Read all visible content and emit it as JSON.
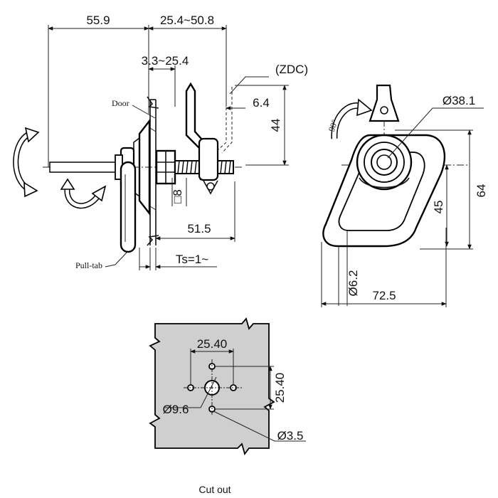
{
  "side_view": {
    "dims": {
      "overall_length": "55.9",
      "handle_reach": "25.4~50.8",
      "grip_range": "3.3~25.4",
      "finish": "(ZDC)",
      "cam_width": "6.4",
      "cam_height": "44",
      "square_drive": "□8",
      "body_length": "51.5",
      "door_thickness": "Ts=1~"
    },
    "labels": {
      "door": "Door",
      "pull_tab": "Pull-tab"
    }
  },
  "front_view": {
    "dims": {
      "rotation": "90°",
      "bezel_diameter": "Ø38.1",
      "ring_width": "72.5",
      "total_height": "64",
      "center_height": "45",
      "wire_diameter": "Ø6.2"
    }
  },
  "cutout": {
    "dims": {
      "horizontal_spacing": "25.40",
      "vertical_spacing": "25.40",
      "center_hole": "Ø9.6",
      "mount_hole": "Ø3.5"
    },
    "caption": "Cut out"
  }
}
